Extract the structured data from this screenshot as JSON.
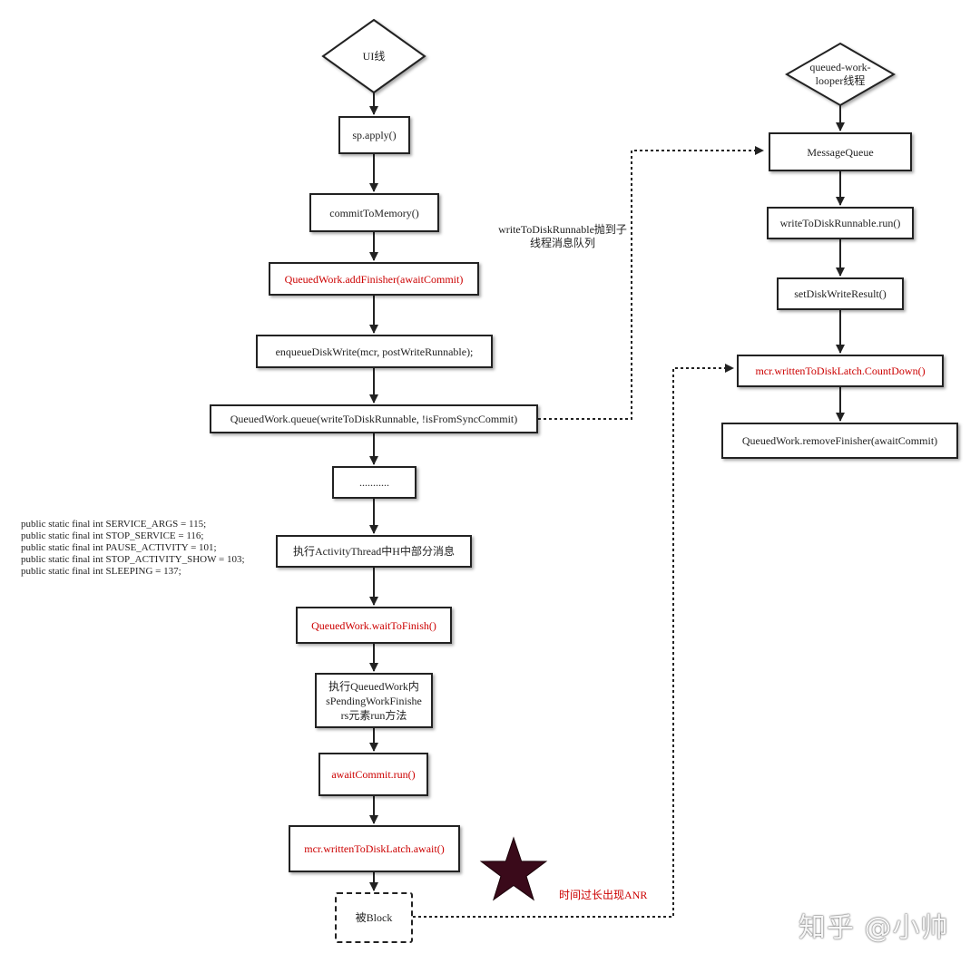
{
  "left_flow": {
    "start_label": "UI线",
    "nodes": [
      {
        "id": "sp_apply",
        "label": "sp.apply()",
        "color": "#222222"
      },
      {
        "id": "commit_to_memory",
        "label": "commitToMemory()",
        "color": "#222222"
      },
      {
        "id": "add_finisher",
        "label": "QueuedWork.addFinisher(awaitCommit)",
        "color": "#cc0000"
      },
      {
        "id": "enqueue_disk_write",
        "label": "enqueueDiskWrite(mcr, postWriteRunnable);",
        "color": "#222222"
      },
      {
        "id": "queued_work_queue",
        "label": "QueuedWork.queue(writeToDiskRunnable, !isFromSyncCommit)",
        "color": "#222222"
      },
      {
        "id": "ellipsis",
        "label": "...........",
        "color": "#222222"
      },
      {
        "id": "exec_activity_thread",
        "label": "执行ActivityThread中H中部分消息",
        "color": "#222222"
      },
      {
        "id": "wait_to_finish",
        "label": "QueuedWork.waitToFinish()",
        "color": "#cc0000"
      },
      {
        "id": "exec_pending_finishers",
        "label": "执行QueuedWork内\nsPendingWorkFinishe\nrs元素run方法",
        "color": "#222222"
      },
      {
        "id": "await_commit_run",
        "label": "awaitCommit.run()",
        "color": "#cc0000"
      },
      {
        "id": "latch_await",
        "label": "mcr.writtenToDiskLatch.await()",
        "color": "#cc0000"
      },
      {
        "id": "blocked",
        "label": "被Block",
        "color": "#222222"
      }
    ]
  },
  "right_flow": {
    "start_label": "queued-work-\nlooper线程",
    "nodes": [
      {
        "id": "message_queue",
        "label": "MessageQueue",
        "color": "#222222"
      },
      {
        "id": "runnable_run",
        "label": "writeToDiskRunnable.run()",
        "color": "#222222"
      },
      {
        "id": "set_disk_write_result",
        "label": "setDiskWriteResult()",
        "color": "#222222"
      },
      {
        "id": "latch_countdown",
        "label": "mcr.writtenToDiskLatch.CountDown()",
        "color": "#cc0000"
      },
      {
        "id": "remove_finisher",
        "label": "QueuedWork.removeFinisher(awaitCommit)",
        "color": "#222222"
      }
    ]
  },
  "annotations": {
    "post_to_queue": "writeToDiskRunnable抛到子\n线程消息队列",
    "message_constants": "public static final int SERVICE_ARGS = 115;\npublic static final int STOP_SERVICE = 116;\npublic static final int PAUSE_ACTIVITY = 101;\npublic static final int STOP_ACTIVITY_SHOW = 103;\npublic static final int SLEEPING = 137;",
    "anr": "时间过长出现ANR"
  },
  "star_icon": {
    "name": "star-icon",
    "color": "#3a0a1a"
  },
  "watermark": "知乎 @小帅"
}
